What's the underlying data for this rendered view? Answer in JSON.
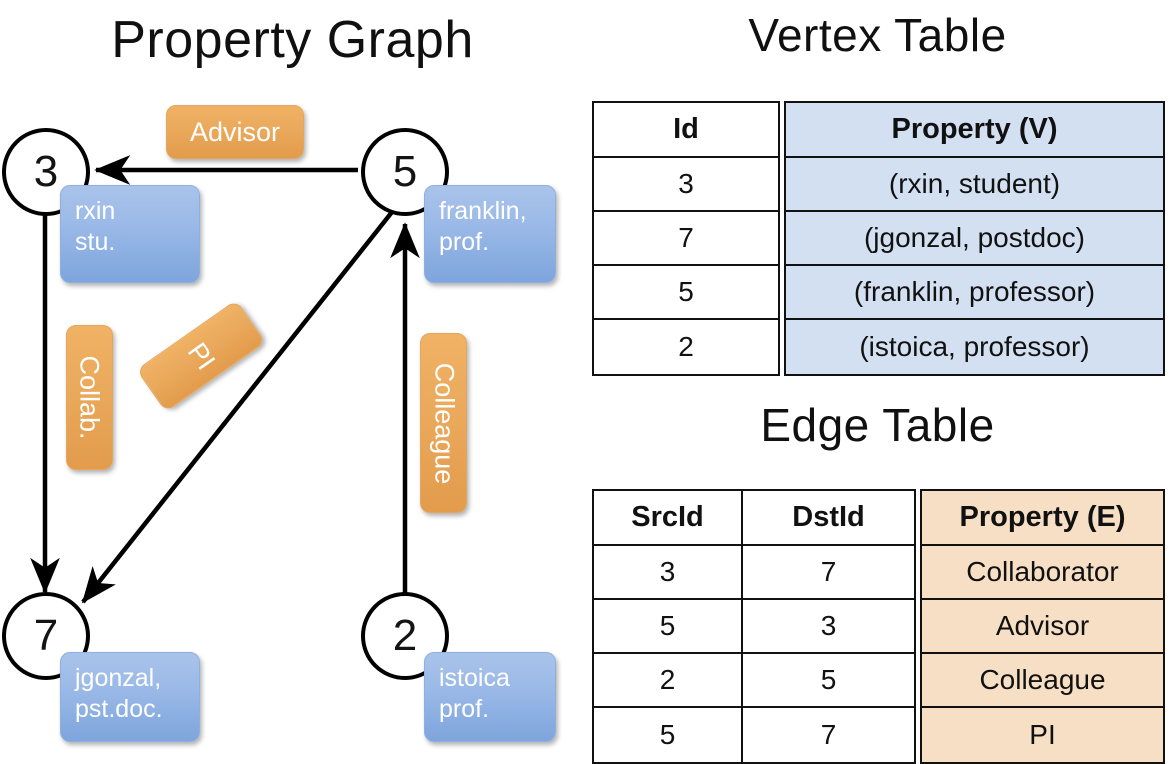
{
  "titles": {
    "graph": "Property Graph",
    "vertex_table": "Vertex Table",
    "edge_table": "Edge Table"
  },
  "colors": {
    "vertex_property_fill": "#d3e0f2",
    "edge_property_fill": "#f7dfc5",
    "node_box_blue": "#9dbbe8",
    "edge_label_orange": "#eaa95c",
    "stroke": "#000000"
  },
  "graph": {
    "nodes": [
      {
        "id": "3",
        "property_lines": [
          "rxin",
          "stu."
        ]
      },
      {
        "id": "5",
        "property_lines": [
          "franklin,",
          "prof."
        ]
      },
      {
        "id": "7",
        "property_lines": [
          "jgonzal,",
          "pst.doc."
        ]
      },
      {
        "id": "2",
        "property_lines": [
          "istoica",
          "prof."
        ]
      }
    ],
    "edge_labels": [
      {
        "name": "advisor",
        "text": "Advisor",
        "orientation": "horizontal"
      },
      {
        "name": "collab",
        "text": "Collab.",
        "orientation": "vertical"
      },
      {
        "name": "pi",
        "text": "PI",
        "orientation": "diagonal"
      },
      {
        "name": "colleague",
        "text": "Colleague",
        "orientation": "vertical"
      }
    ]
  },
  "vertex_table": {
    "headers": [
      "Id",
      "Property (V)"
    ],
    "rows": [
      {
        "id": "3",
        "property": "(rxin, student)"
      },
      {
        "id": "7",
        "property": "(jgonzal, postdoc)"
      },
      {
        "id": "5",
        "property": "(franklin, professor)"
      },
      {
        "id": "2",
        "property": "(istoica, professor)"
      }
    ]
  },
  "edge_table": {
    "headers": [
      "SrcId",
      "DstId",
      "Property (E)"
    ],
    "rows": [
      {
        "src": "3",
        "dst": "7",
        "property": "Collaborator"
      },
      {
        "src": "5",
        "dst": "3",
        "property": "Advisor"
      },
      {
        "src": "2",
        "dst": "5",
        "property": "Colleague"
      },
      {
        "src": "5",
        "dst": "7",
        "property": "PI"
      }
    ]
  }
}
